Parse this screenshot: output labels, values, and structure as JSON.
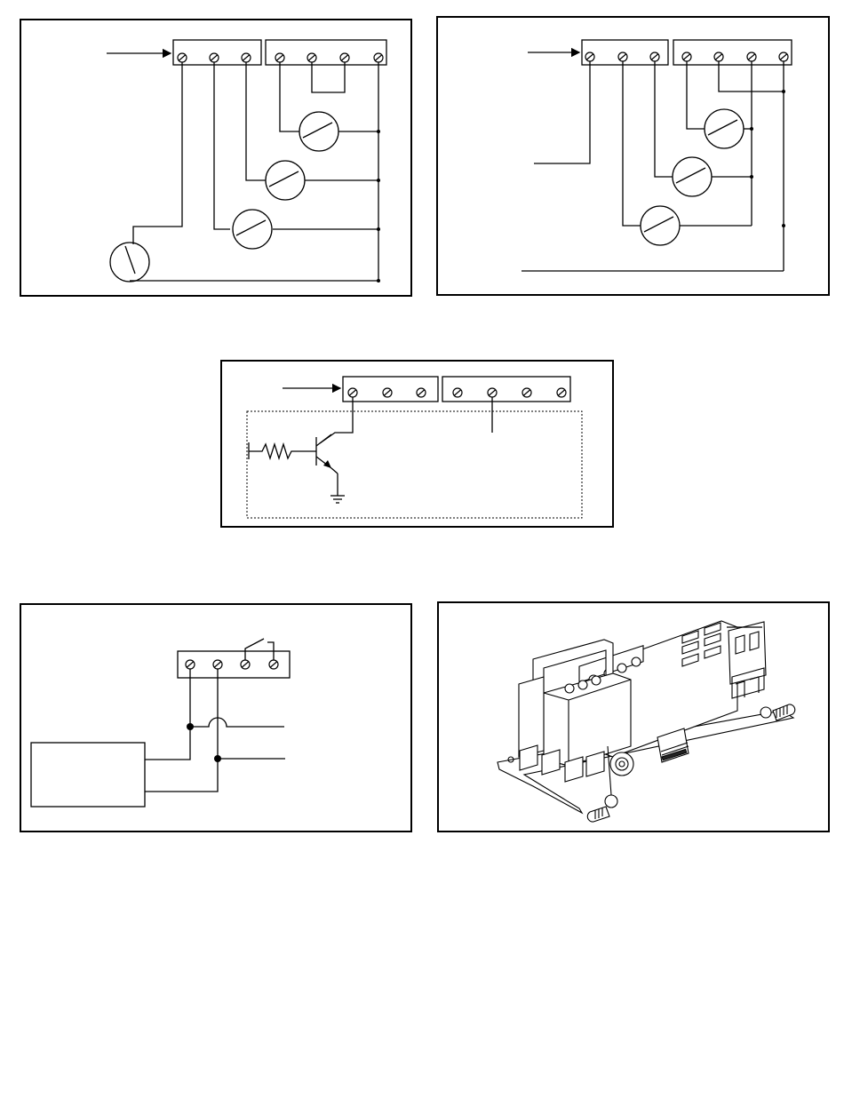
{
  "page": {
    "background": "#ffffff",
    "line_color": "#000000"
  },
  "panels": [
    {
      "id": "panel-1",
      "description_icon": "three-switch-wiring-diagram-icon"
    },
    {
      "id": "panel-2",
      "description_icon": "three-switch-common-wiring-diagram-icon"
    },
    {
      "id": "panel-3",
      "description_icon": "transistor-output-wiring-diagram-icon"
    },
    {
      "id": "panel-4",
      "description_icon": "external-device-wiring-diagram-icon"
    },
    {
      "id": "panel-5",
      "description_icon": "circuit-board-illustration-icon"
    }
  ]
}
